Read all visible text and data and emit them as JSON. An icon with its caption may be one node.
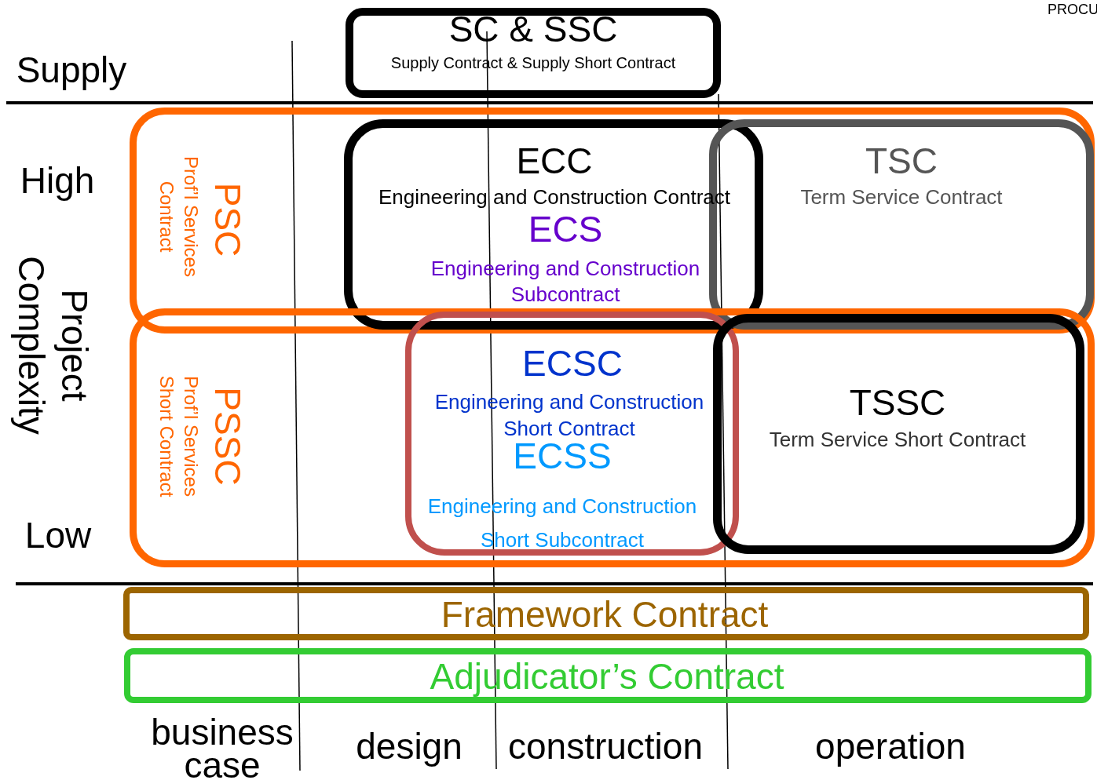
{
  "diagram": {
    "nodes": [
      {
        "text": [
          "SC & SSC",
          "Supply Contract & Supply Short Contract"
        ]
      },
      {
        "text": [
          "PSC",
          "Prof’l Services Contract"
        ]
      },
      {
        "text": [
          "ECC",
          "Engineering and Construction Contract",
          "ECS",
          "Engineering and Construction Subcontract"
        ],
        "in": 1
      },
      {
        "text": [
          "TSC",
          "Term Service Contract"
        ],
        "in": 1
      },
      {
        "text": [
          "PSSC",
          "Prof’l Services Short Contract"
        ]
      },
      {
        "text": [
          "ECSC",
          "Engineering and Construction Short Contract",
          "ECSS",
          "Engineering and Construction Short Subcontract"
        ],
        "in": 4
      },
      {
        "text": [
          "TSSC",
          "Term Service Short Contract"
        ],
        "in": 4
      },
      {
        "text": [
          "Framework Contract"
        ]
      },
      {
        "text": [
          "Adjudicator’s Contract"
        ]
      }
    ],
    "labels": [
      "PROCU",
      "Supply",
      "High",
      "Project Complexity",
      "Low",
      "business case",
      "design",
      "construction",
      "operation"
    ]
  }
}
